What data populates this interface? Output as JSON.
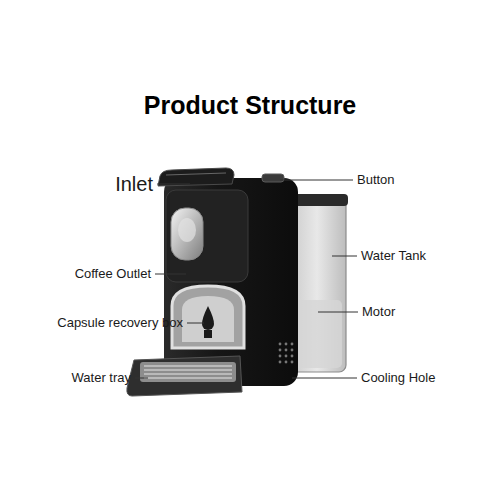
{
  "diagram": {
    "title": "Product Structure",
    "labels": [
      "Inlet",
      "Button",
      "Water Tank",
      "Coffee Outlet",
      "Motor",
      "Capsule recovery box",
      "Water tray",
      "Cooling Hole"
    ]
  }
}
